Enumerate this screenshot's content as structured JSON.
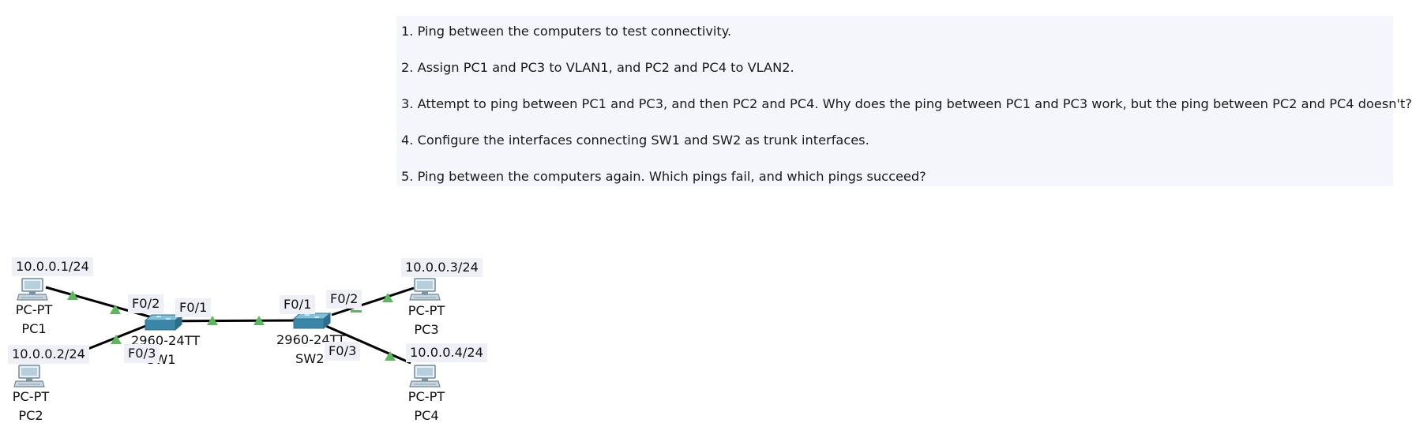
{
  "instructions": {
    "steps": [
      "1. Ping between the computers to test connectivity.",
      "2. Assign PC1 and PC3 to VLAN1, and PC2 and PC4 to VLAN2.",
      "3. Attempt to ping between PC1 and PC3, and then PC2 and PC4.  Why does the ping between PC1 and PC3 work, but the ping between PC2 and PC4 doesn't?",
      "4. Configure the interfaces connecting SW1 and SW2 as trunk interfaces.",
      "5. Ping between the computers again.  Which pings fail, and which pings succeed?"
    ]
  },
  "devices": {
    "pc1": {
      "ip": "10.0.0.1/24",
      "model": "PC-PT",
      "name": "PC1"
    },
    "pc2": {
      "ip": "10.0.0.2/24",
      "model": "PC-PT",
      "name": "PC2"
    },
    "pc3": {
      "ip": "10.0.0.3/24",
      "model": "PC-PT",
      "name": "PC3"
    },
    "pc4": {
      "ip": "10.0.0.4/24",
      "model": "PC-PT",
      "name": "PC4"
    },
    "sw1": {
      "model": "2960-24TT",
      "name": "SW1"
    },
    "sw2": {
      "model": "2960-24TT",
      "name": "SW2"
    }
  },
  "ports": {
    "sw1_f02": "F0/2",
    "sw1_f01": "F0/1",
    "sw1_f03": "F0/3",
    "sw2_f01": "F0/1",
    "sw2_f02": "F0/2",
    "sw2_f03": "F0/3"
  },
  "colors": {
    "link_up": "#5cb85c",
    "cable": "#000000",
    "switch_blue": "#3a86a8",
    "note_bg": "#f5f6fb"
  },
  "icons": {
    "pc": "desktop-computer-icon",
    "switch": "workgroup-switch-icon",
    "link_status": "green-triangle-link-up-icon"
  }
}
